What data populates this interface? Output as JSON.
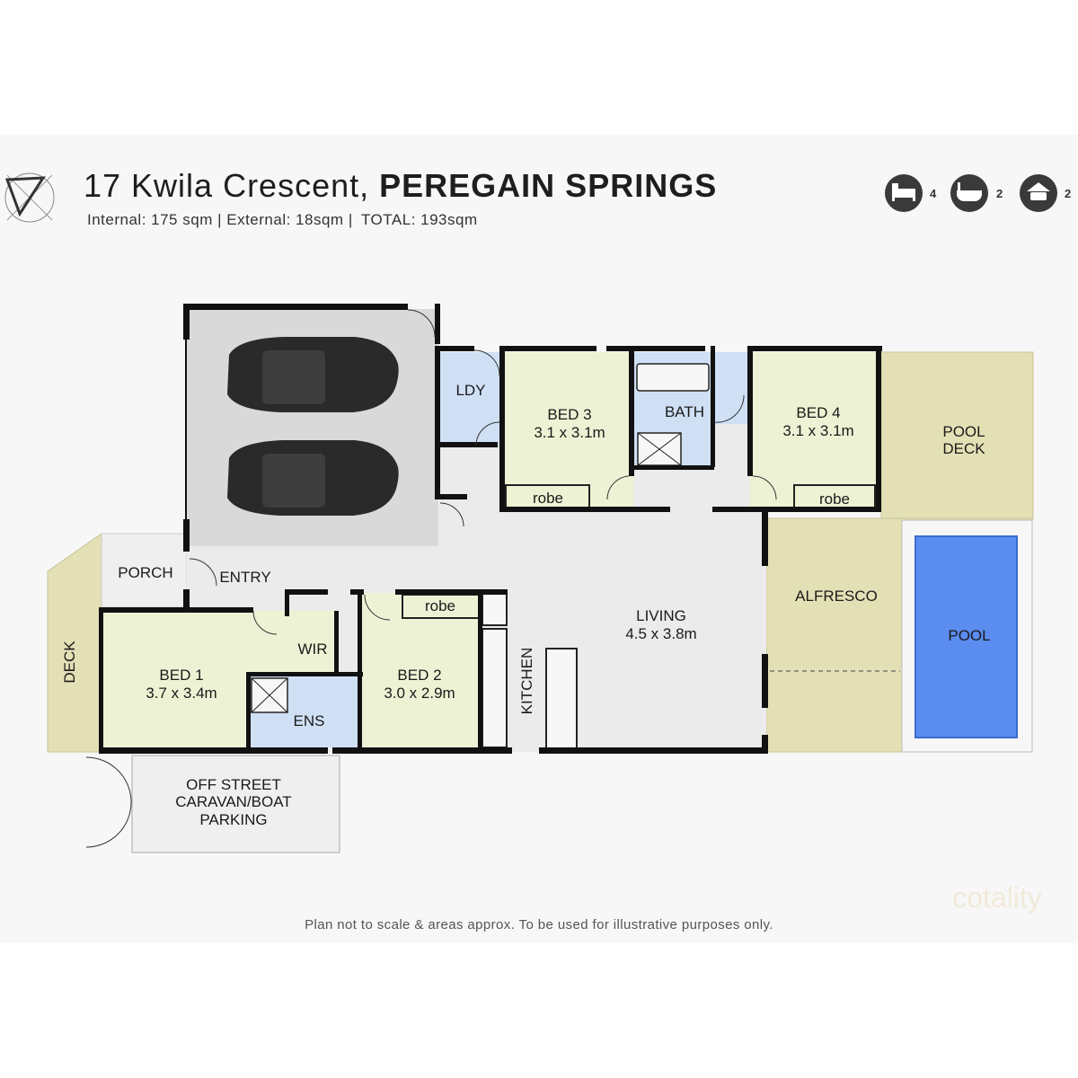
{
  "header": {
    "address_street": "17 Kwila Crescent, ",
    "address_suburb": "PEREGAIN SPRINGS",
    "internal": "Internal: 175 sqm",
    "external": "External: 18sqm",
    "total": "TOTAL: 193sqm",
    "separator": "|"
  },
  "features": {
    "bedrooms": "4",
    "bathrooms": "2",
    "car_spaces": "2"
  },
  "rooms": {
    "ldy": "LDY",
    "bed3_name": "BED 3",
    "bed3_size": "3.1 x 3.1m",
    "bed3_robe": "robe",
    "bath": "BATH",
    "bed4_name": "BED 4",
    "bed4_size": "3.1 x 3.1m",
    "bed4_robe": "robe",
    "pool_deck_line1": "POOL",
    "pool_deck_line2": "DECK",
    "porch": "PORCH",
    "entry": "ENTRY",
    "alfresco": "ALFRESCO",
    "living_name": "LIVING",
    "living_size": "4.5 x 3.8m",
    "pool": "POOL",
    "deck": "DECK",
    "bed1_name": "BED 1",
    "bed1_size": "3.7 x 3.4m",
    "wir": "WIR",
    "ens": "ENS",
    "bed2_name": "BED 2",
    "bed2_size": "3.0 x 2.9m",
    "bed2_robe": "robe",
    "kitchen": "KITCHEN",
    "parking_line1": "OFF STREET",
    "parking_line2": "CARAVAN/BOAT",
    "parking_line3": "PARKING"
  },
  "watermark": "cotality",
  "footer": "Plan not to scale & areas approx. To be used for illustrative purposes only.",
  "colors": {
    "bedroom_fill": "#eef2d4",
    "wet_area_fill": "#cfe0f5",
    "garage_fill": "#d9d9d9",
    "living_fill": "#ebebeb",
    "deck_fill": "#e4e0b6",
    "pool_fill": "#5b8cf0",
    "wall": "#111111"
  }
}
